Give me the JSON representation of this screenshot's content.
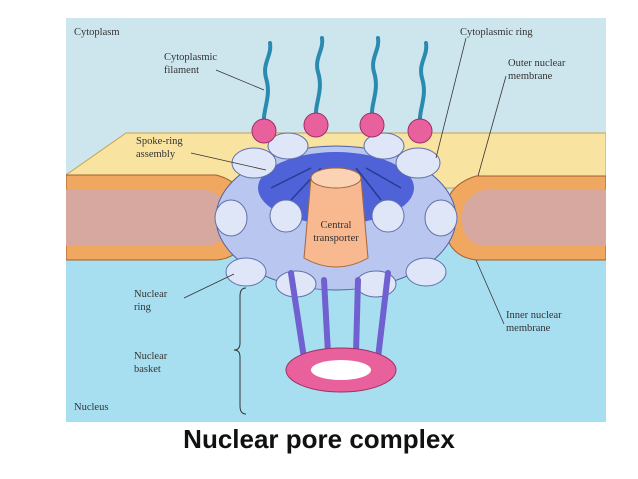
{
  "labels": {
    "cytoplasm": "Cytoplasm",
    "cytoplasmic_filament_1": "Cytoplasmic",
    "cytoplasmic_filament_2": "filament",
    "spoke_ring_1": "Spoke-ring",
    "spoke_ring_2": "assembly",
    "nuclear_ring_1": "Nuclear",
    "nuclear_ring_2": "ring",
    "nuclear_basket_1": "Nuclear",
    "nuclear_basket_2": "basket",
    "nucleus": "Nucleus",
    "cytoplasmic_ring": "Cytoplasmic ring",
    "outer_membrane_1": "Outer nuclear",
    "outer_membrane_2": "membrane",
    "inner_membrane_1": "Inner nuclear",
    "inner_membrane_2": "membrane",
    "central_transporter_1": "Central",
    "central_transporter_2": "transporter"
  },
  "caption": "Nuclear pore complex",
  "colors": {
    "cytoplasm": "#cde6ee",
    "nucleus": "#a8dff0",
    "outer_membrane": "#f8e4a0",
    "lumen": "#d6a8a0",
    "membrane_edge": "#f0a860",
    "spoke": "#b9c6f0",
    "spoke_dark": "#4f62d8",
    "ring_pink": "#e8609c",
    "transporter": "#f8b890",
    "basket": "#7060d0"
  }
}
